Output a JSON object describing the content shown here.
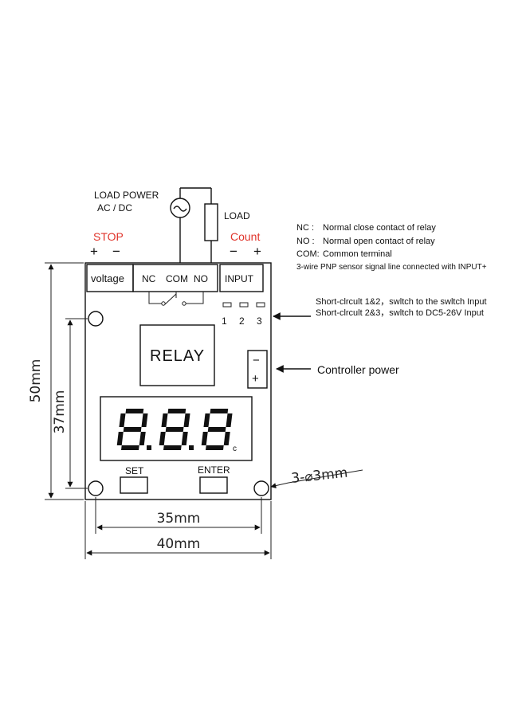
{
  "top": {
    "load_power": "LOAD  POWER",
    "ac_dc": "AC / DC",
    "load": "LOAD",
    "stop": "STOP",
    "count": "Count",
    "plus": "+",
    "minus": "−",
    "colors": {
      "accent_red": "#e0342b"
    }
  },
  "terminals": {
    "voltage": "voltage",
    "nc": "NC",
    "com": "COM",
    "no": "NO",
    "input": "INPUT"
  },
  "legend": {
    "nc_key": "NC :",
    "nc_text": "Normal close contact of relay",
    "no_key": "NO :",
    "no_text": "Normal open   contact of relay",
    "com_key": "COM:",
    "com_text": "Common terminal",
    "pnp_text": "3-wire PNP sensor signal line connected with INPUT+"
  },
  "jumper": {
    "n1": "1",
    "n2": "2",
    "n3": "3",
    "short12": "Short-clrcult 1&2，swltch to the swltch Input",
    "short23": "Short-clrcult 2&3，swltch to  DC5-26V Input"
  },
  "board": {
    "relay": "RELAY",
    "ctrl_minus": "−",
    "ctrl_plus": "+",
    "controller_power": "Controller power",
    "set": "SET",
    "enter": "ENTER",
    "display_dot": "c",
    "holes": "3-⌀3mm"
  },
  "dimensions": {
    "height_outer": "50mm",
    "height_inner": "37mm",
    "width_inner": "35mm",
    "width_outer": "40mm"
  }
}
